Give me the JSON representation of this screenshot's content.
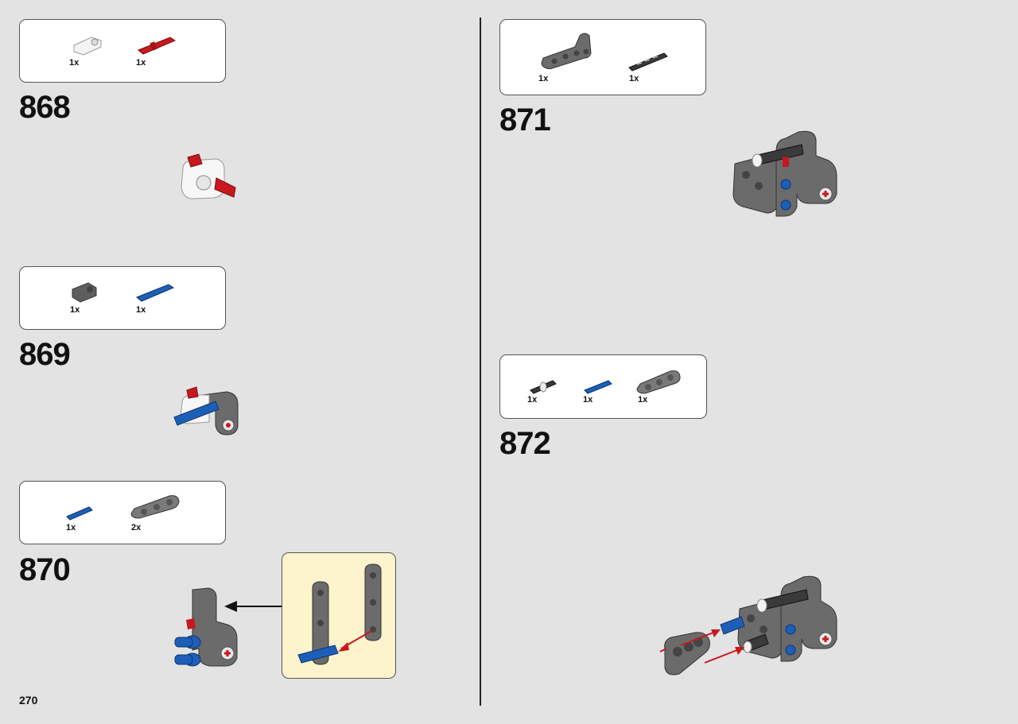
{
  "page_number": "270",
  "steps": [
    {
      "number": "868",
      "parts": [
        {
          "name": "white-connector",
          "qty": "1x"
        },
        {
          "name": "red-axle-pin",
          "qty": "1x"
        }
      ]
    },
    {
      "number": "869",
      "parts": [
        {
          "name": "dark-gray-connector",
          "qty": "1x"
        },
        {
          "name": "blue-axle-pin",
          "qty": "1x"
        }
      ]
    },
    {
      "number": "870",
      "parts": [
        {
          "name": "blue-pin",
          "qty": "1x"
        },
        {
          "name": "gray-beam-3",
          "qty": "2x"
        }
      ]
    },
    {
      "number": "871",
      "parts": [
        {
          "name": "gray-angled-beam",
          "qty": "1x"
        },
        {
          "name": "black-axle",
          "qty": "1x"
        }
      ]
    },
    {
      "number": "872",
      "parts": [
        {
          "name": "black-pin",
          "qty": "1x"
        },
        {
          "name": "blue-pin",
          "qty": "1x"
        },
        {
          "name": "gray-beam-3",
          "qty": "1x"
        }
      ]
    }
  ],
  "colors": {
    "background": "#e3e3e3",
    "lego_gray": "#6b6b6b",
    "lego_red": "#c8181e",
    "lego_blue": "#1d5fb8",
    "callout_bg": "#fdf3cc"
  }
}
